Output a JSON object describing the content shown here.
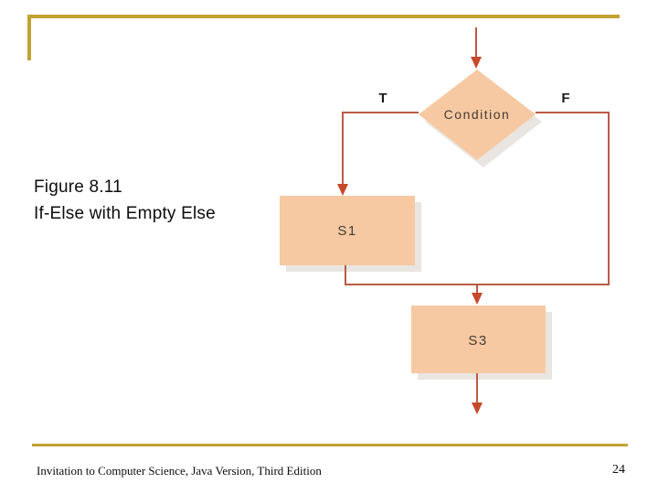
{
  "slide": {
    "title_line1": "Figure 8.11",
    "title_line2": "If-Else with Empty Else",
    "footer_text": "Invitation to Computer Science, Java Version, Third Edition",
    "page_number": "24"
  },
  "flowchart": {
    "type": "flowchart",
    "condition_label": "Condition",
    "true_branch_label": "T",
    "false_branch_label": "F",
    "s1_label": "S1",
    "s3_label": "S3",
    "edges": [
      "entry -> Condition",
      "Condition -T-> S1",
      "Condition -F-> join",
      "S1 -> join",
      "join -> S3",
      "S3 -> exit"
    ]
  },
  "colors": {
    "accent_gold": "#c2a233",
    "node_fill": "#f7c9a2",
    "edge_line": "#bb5a45",
    "arrow_head": "#c7492c",
    "shadow": "#cfc6bd"
  }
}
